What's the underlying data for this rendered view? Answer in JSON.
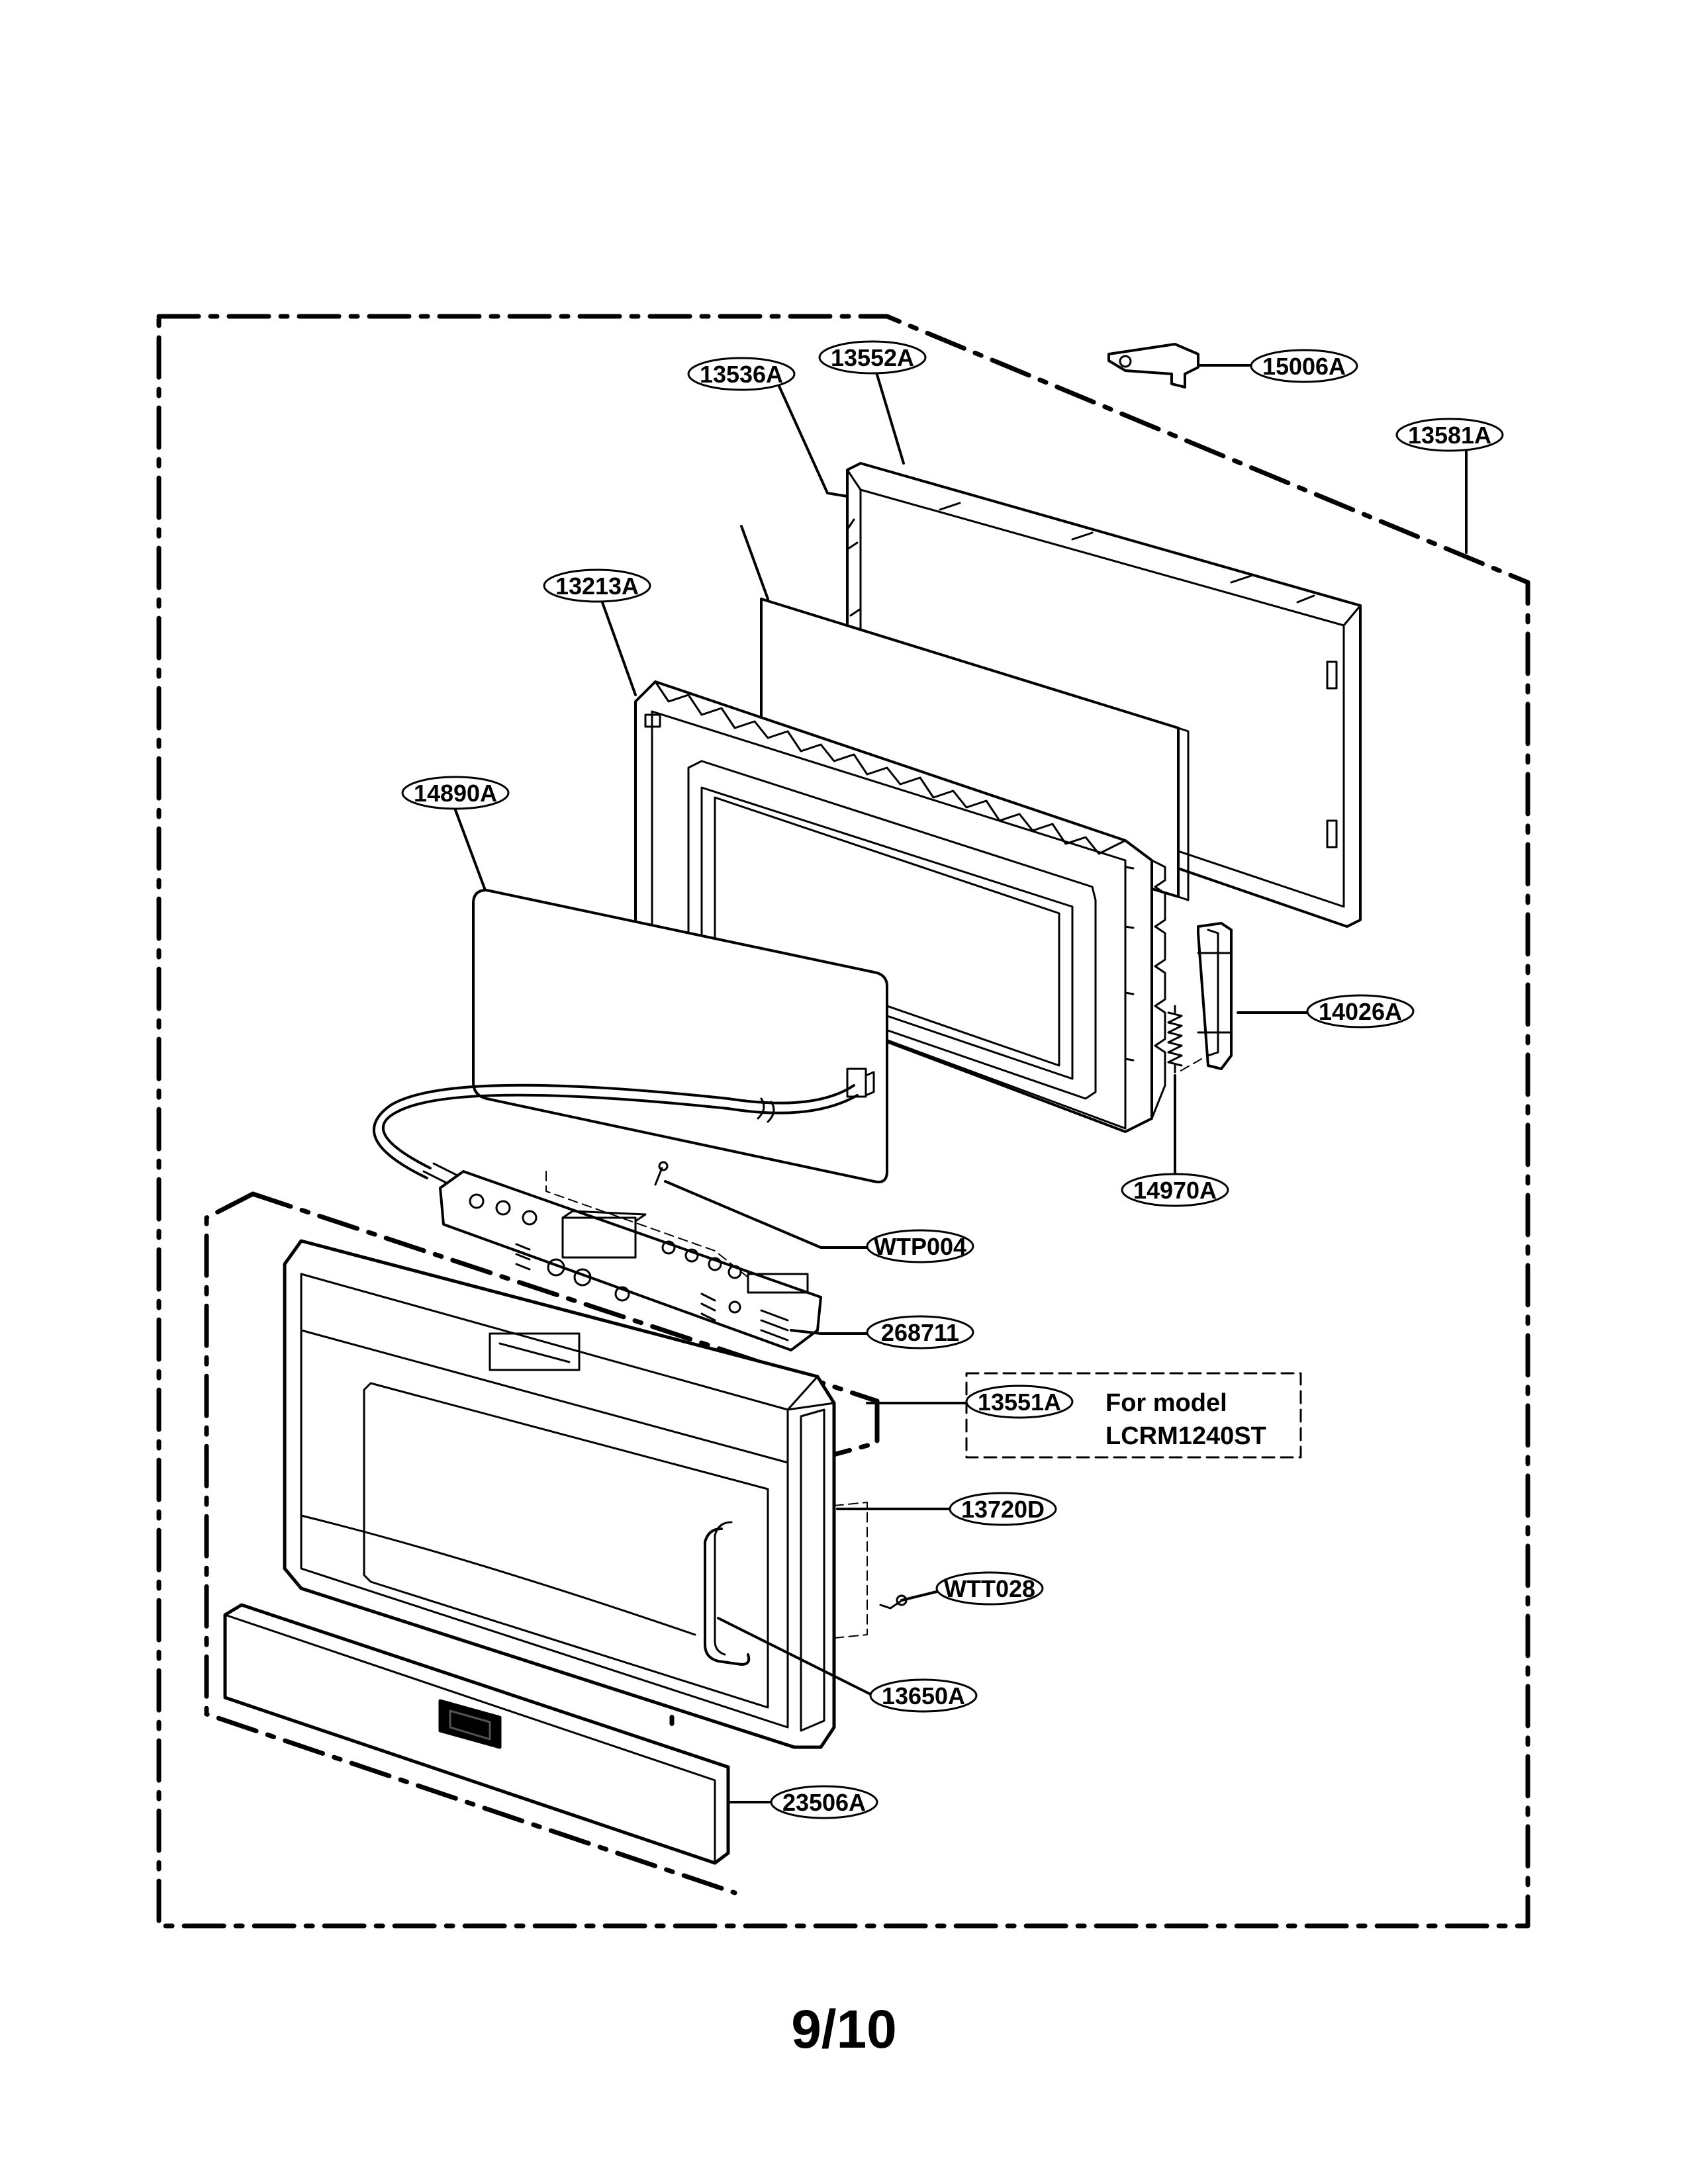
{
  "diagram": {
    "part_labels": {
      "p15006A": "15006A",
      "p13552A": "13552A",
      "p13581A": "13581A",
      "p13536A": "13536A",
      "p13213A": "13213A",
      "p14890A": "14890A",
      "p14026A": "14026A",
      "p14970A": "14970A",
      "pWTP004": "WTP004",
      "p268711": "268711",
      "p13551A": "13551A",
      "p13720D": "13720D",
      "pWTT028": "WTT028",
      "p13650A": "13650A",
      "p23506A": "23506A"
    },
    "model_note": {
      "line1": "For model",
      "line2": "LCRM1240ST"
    }
  },
  "page_number": "9/10"
}
